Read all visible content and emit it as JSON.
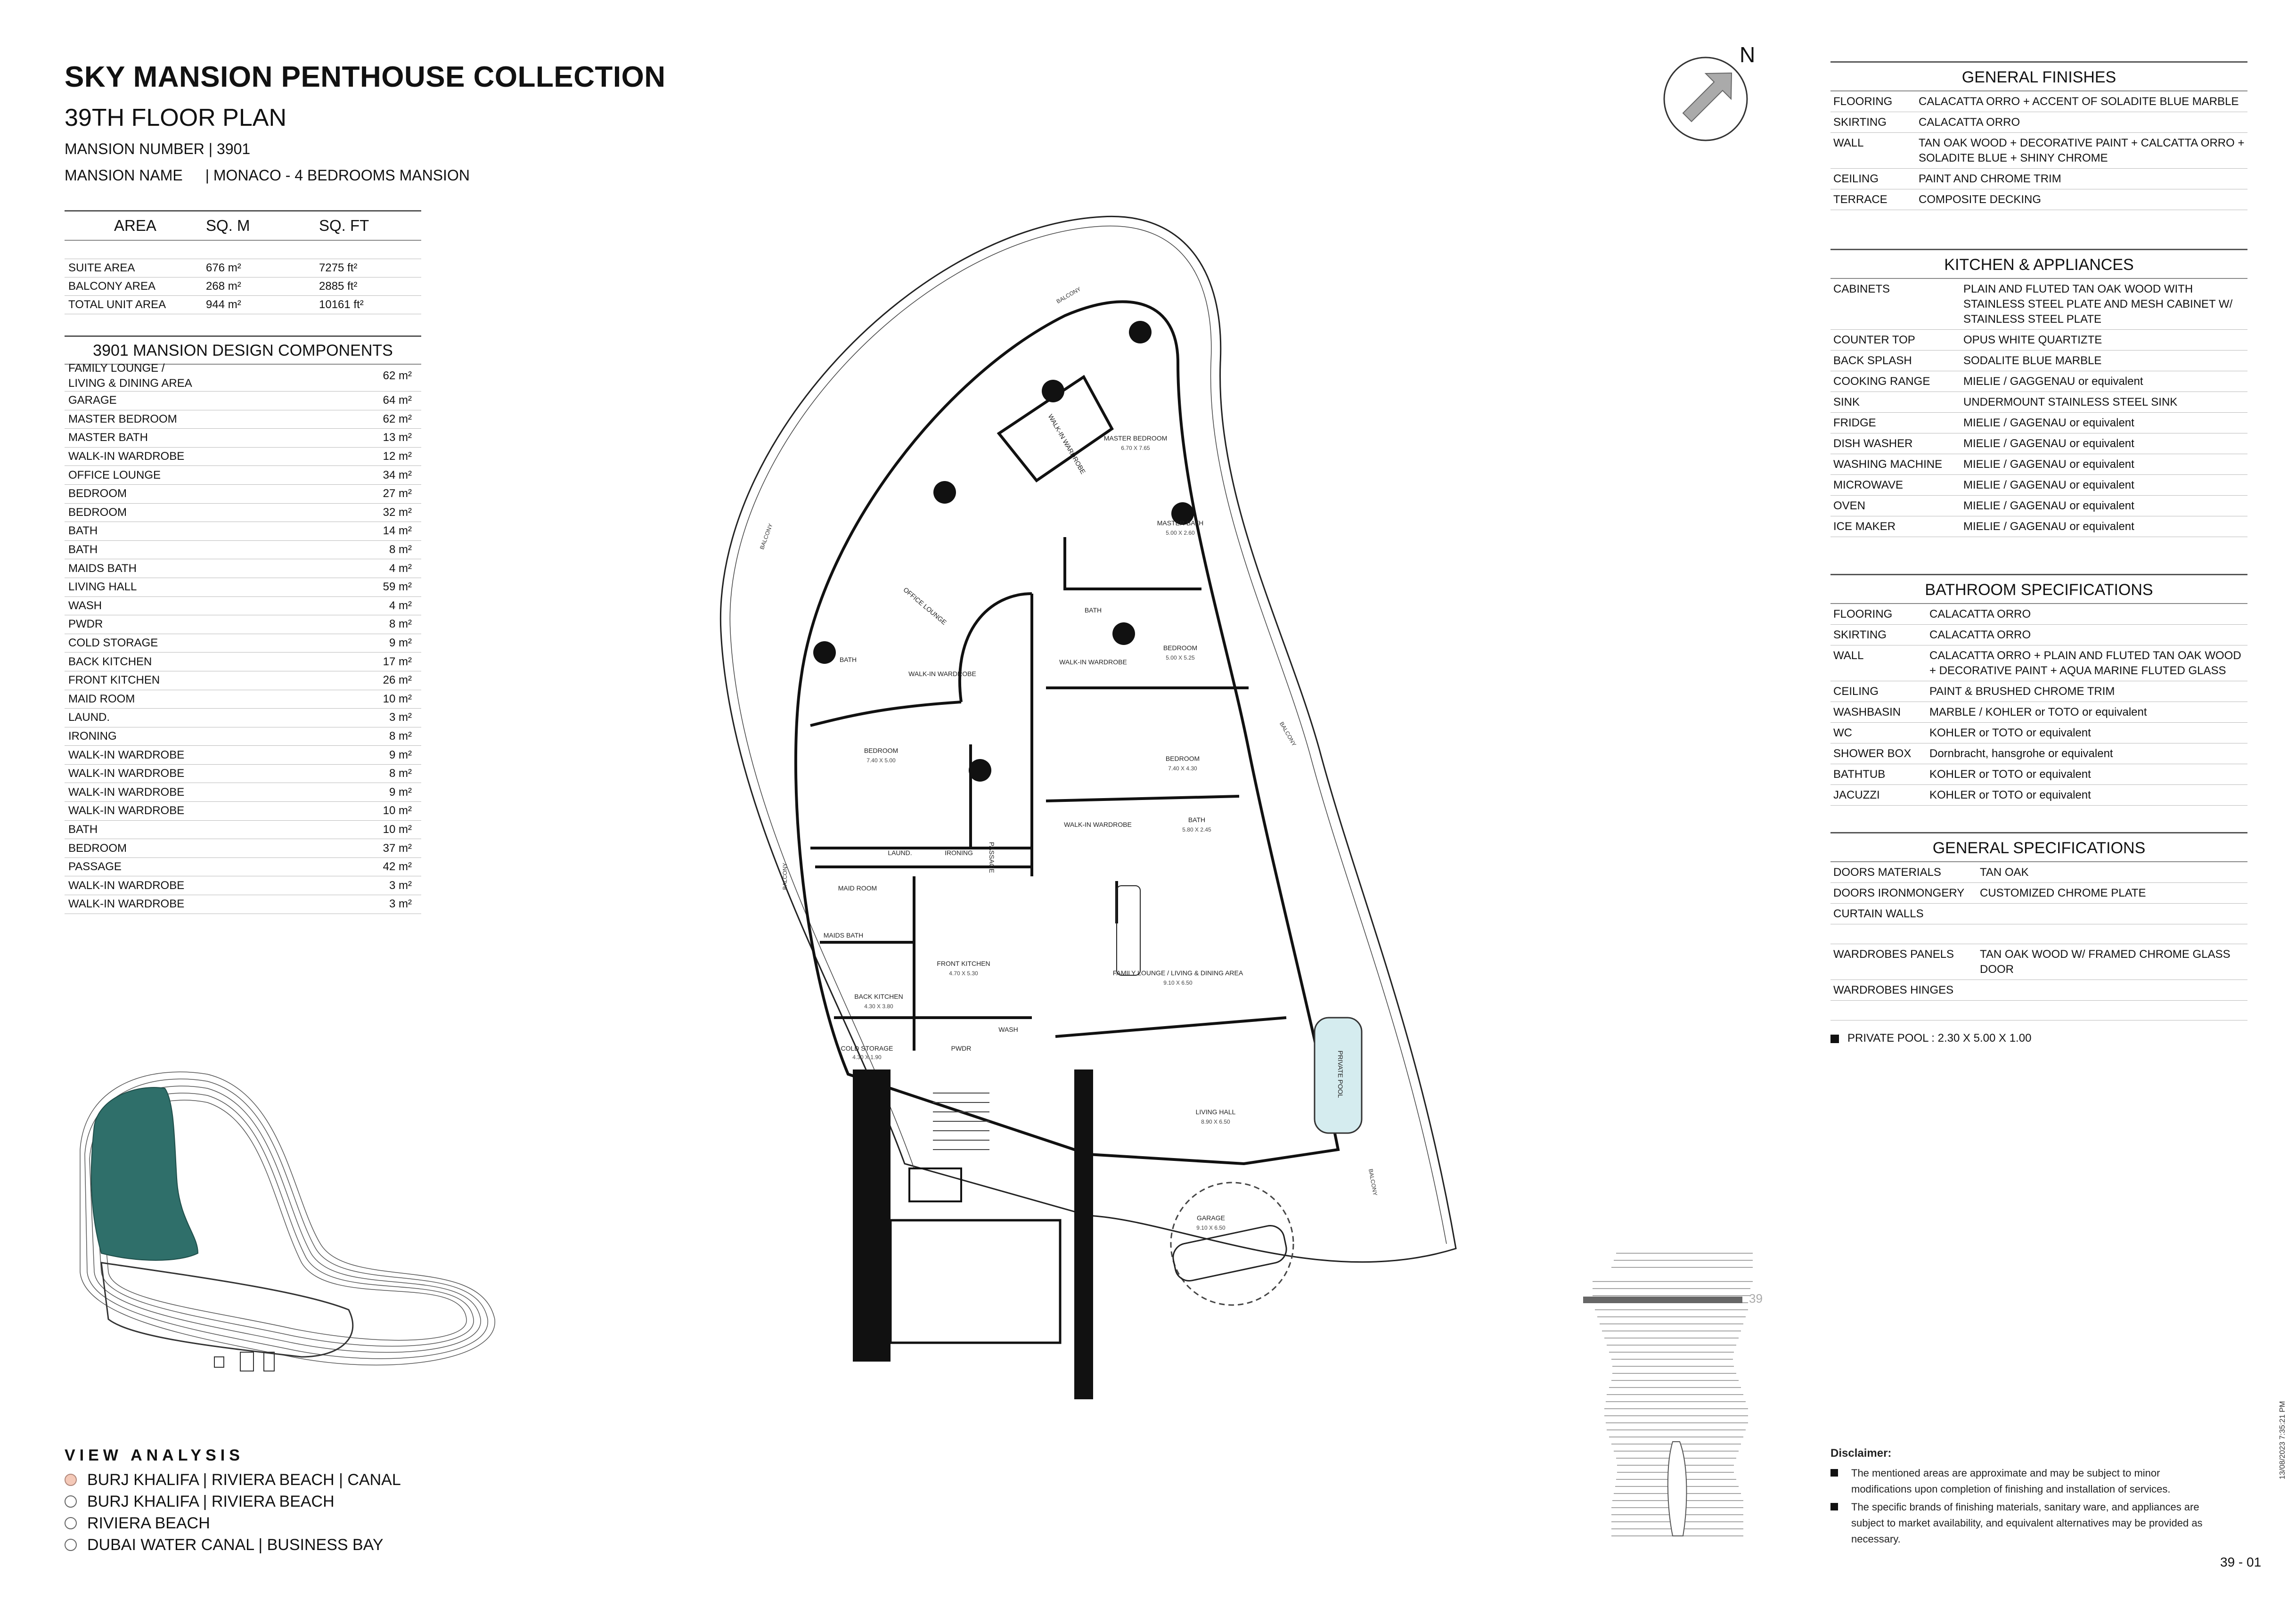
{
  "header": {
    "title": "SKY MANSION PENTHOUSE COLLECTION",
    "subtitle": "39TH FLOOR PLAN",
    "mansion_number": "MANSION NUMBER | 3901",
    "mansion_name_label": "MANSION NAME",
    "mansion_name_value": "| MONACO - 4 BEDROOMS MANSION"
  },
  "area_table": {
    "headers": [
      "AREA",
      "SQ. M",
      "SQ. FT"
    ],
    "rows": [
      [
        "SUITE AREA",
        "676 m²",
        "7275 ft²"
      ],
      [
        "BALCONY AREA",
        "268 m²",
        "2885 ft²"
      ],
      [
        "TOTAL UNIT AREA",
        "944 m²",
        "10161 ft²"
      ]
    ]
  },
  "components": {
    "title": "3901 MANSION DESIGN COMPONENTS",
    "rows": [
      [
        "FAMILY LOUNGE / LIVING & DINING AREA",
        "62 m²"
      ],
      [
        "GARAGE",
        "64 m²"
      ],
      [
        "MASTER BEDROOM",
        "62 m²"
      ],
      [
        "MASTER BATH",
        "13 m²"
      ],
      [
        "WALK-IN WARDROBE",
        "12 m²"
      ],
      [
        "OFFICE LOUNGE",
        "34 m²"
      ],
      [
        "BEDROOM",
        "27 m²"
      ],
      [
        "BEDROOM",
        "32 m²"
      ],
      [
        "BATH",
        "14 m²"
      ],
      [
        "BATH",
        "8 m²"
      ],
      [
        "MAIDS BATH",
        "4 m²"
      ],
      [
        "LIVING HALL",
        "59 m²"
      ],
      [
        "WASH",
        "4 m²"
      ],
      [
        "PWDR",
        "8 m²"
      ],
      [
        "COLD STORAGE",
        "9 m²"
      ],
      [
        "BACK KITCHEN",
        "17 m²"
      ],
      [
        "FRONT KITCHEN",
        "26 m²"
      ],
      [
        "MAID ROOM",
        "10 m²"
      ],
      [
        "LAUND.",
        "3 m²"
      ],
      [
        "IRONING",
        "8 m²"
      ],
      [
        "WALK-IN WARDROBE",
        "9 m²"
      ],
      [
        "WALK-IN WARDROBE",
        "8 m²"
      ],
      [
        "WALK-IN WARDROBE",
        "9 m²"
      ],
      [
        "WALK-IN WARDROBE",
        "10 m²"
      ],
      [
        "BATH",
        "10 m²"
      ],
      [
        "BEDROOM",
        "37 m²"
      ],
      [
        "PASSAGE",
        "42 m²"
      ],
      [
        "WALK-IN WARDROBE",
        "3 m²"
      ],
      [
        "WALK-IN WARDROBE",
        "3 m²"
      ]
    ]
  },
  "general_finishes": {
    "title": "GENERAL FINISHES",
    "rows": [
      [
        "FLOORING",
        "CALACATTA ORRO + ACCENT OF SOLADITE BLUE MARBLE"
      ],
      [
        "SKIRTING",
        "CALACATTA ORRO"
      ],
      [
        "WALL",
        "TAN OAK WOOD + DECORATIVE PAINT + CALCATTA ORRO + SOLADITE BLUE + SHINY CHROME"
      ],
      [
        "CEILING",
        "PAINT AND CHROME TRIM"
      ],
      [
        "TERRACE",
        "COMPOSITE DECKING"
      ]
    ]
  },
  "kitchen": {
    "title": "KITCHEN & APPLIANCES",
    "rows": [
      [
        "CABINETS",
        "PLAIN AND FLUTED TAN OAK WOOD WITH STAINLESS STEEL PLATE AND MESH CABINET W/ STAINLESS STEEL PLATE"
      ],
      [
        "COUNTER TOP",
        "OPUS WHITE QUARTIZTE"
      ],
      [
        "BACK SPLASH",
        "SODALITE BLUE MARBLE"
      ],
      [
        "COOKING RANGE",
        "MIELIE / GAGGENAU or equivalent"
      ],
      [
        "SINK",
        "UNDERMOUNT STAINLESS STEEL SINK"
      ],
      [
        "FRIDGE",
        "MIELIE / GAGENAU or equivalent"
      ],
      [
        "DISH WASHER",
        "MIELIE / GAGENAU or equivalent"
      ],
      [
        "WASHING MACHINE",
        "MIELIE / GAGENAU or equivalent"
      ],
      [
        "MICROWAVE",
        "MIELIE / GAGENAU or equivalent"
      ],
      [
        "OVEN",
        "MIELIE / GAGENAU or equivalent"
      ],
      [
        "ICE MAKER",
        "MIELIE / GAGENAU or equivalent"
      ]
    ]
  },
  "bathroom": {
    "title": "BATHROOM SPECIFICATIONS",
    "rows": [
      [
        "FLOORING",
        "CALACATTA ORRO"
      ],
      [
        "SKIRTING",
        "CALACATTA ORRO"
      ],
      [
        "WALL",
        "CALACATTA ORRO + PLAIN AND FLUTED TAN OAK WOOD + DECORATIVE PAINT + AQUA MARINE FLUTED GLASS"
      ],
      [
        "CEILING",
        "PAINT & BRUSHED CHROME TRIM"
      ],
      [
        "WASHBASIN",
        "MARBLE / KOHLER or TOTO or equivalent"
      ],
      [
        "WC",
        "KOHLER or TOTO or equivalent"
      ],
      [
        "SHOWER BOX",
        "Dornbracht, hansgrohe or equivalent"
      ],
      [
        "BATHTUB",
        "KOHLER or TOTO or equivalent"
      ],
      [
        "JACUZZI",
        "KOHLER or TOTO or equivalent"
      ]
    ]
  },
  "general_specs": {
    "title": "GENERAL SPECIFICATIONS",
    "rows": [
      [
        "DOORS MATERIALS",
        "TAN OAK"
      ],
      [
        "DOORS IRONMONGERY",
        "CUSTOMIZED CHROME PLATE"
      ],
      [
        "CURTAIN WALLS",
        ""
      ],
      [
        "",
        ""
      ],
      [
        "WARDROBES PANELS",
        "TAN OAK WOOD W/ FRAMED CHROME GLASS DOOR"
      ],
      [
        "WARDROBES HINGES",
        ""
      ],
      [
        "",
        ""
      ]
    ]
  },
  "pool_note": "PRIVATE POOL :  2.30 X 5.00 X 1.00",
  "disclaimer": {
    "heading": "Disclaimer:",
    "items": [
      "The mentioned areas are approximate and may be subject to minor modifications  upon completion of finishing and installation of services.",
      "The specific brands of finishing materials, sanitary ware, and appliances are subject to market availability, and equivalent alternatives may be provided as necessary."
    ]
  },
  "page_number": "39 - 01",
  "timestamp": "13/08/2023 7:35:21 PM",
  "north_label": "N",
  "floor_marker": "39",
  "view_analysis": {
    "title": "VIEW ANALYSIS",
    "items": [
      {
        "label": "BURJ KHALIFA | RIVIERA BEACH | CANAL",
        "selected": true
      },
      {
        "label": "BURJ KHALIFA | RIVIERA BEACH",
        "selected": false
      },
      {
        "label": "RIVIERA BEACH",
        "selected": false
      },
      {
        "label": "DUBAI WATER CANAL | BUSINESS BAY",
        "selected": false
      }
    ]
  },
  "plan_labels": {
    "master_bedroom": "MASTER BEDROOM",
    "master_bedroom_dim": "6.70 X 7.65",
    "walk_in_wardrobe": "WALK-IN WARDROBE",
    "master_bath": "MASTER BATH",
    "master_bath_dim": "5.00 X 2.60",
    "office_lounge": "OFFICE LOUNGE",
    "bath": "BATH",
    "bedroom": "BEDROOM",
    "bedroom_1_dim": "5.00 X 5.25",
    "bedroom_2_dim": "7.40 X 4.30",
    "bedroom_3_dim": "7.40 X 5.00",
    "bath_dim": "5.80 X 2.45",
    "ironing": "IRONING",
    "laund": "LAUND.",
    "passage": "PASSAGE",
    "maid_room": "MAID ROOM",
    "maids_bath": "MAIDS BATH",
    "front_kitchen": "FRONT KITCHEN",
    "front_kitchen_dim": "4.70 X 5.30",
    "back_kitchen": "BACK KITCHEN",
    "back_kitchen_dim": "4.30 X 3.80",
    "cold_storage": "COLD STORAGE",
    "cold_storage_dim": "4.30 X 1.90",
    "pwdr": "PWDR",
    "wash": "WASH",
    "family_lounge": "FAMILY LOUNGE / LIVING & DINING AREA",
    "family_lounge_dim": "9.10 X 6.50",
    "living_hall": "LIVING HALL",
    "living_hall_dim": "8.90 X 6.50",
    "garage": "GARAGE",
    "garage_dim": "9.10 X 6.50",
    "private_pool": "PRIVATE POOL",
    "balcony": "BALCONY"
  },
  "colors": {
    "keyplan_highlight": "#2f6f6a",
    "pool": "#d5ecef",
    "selected_view": "#f4c9b8"
  }
}
